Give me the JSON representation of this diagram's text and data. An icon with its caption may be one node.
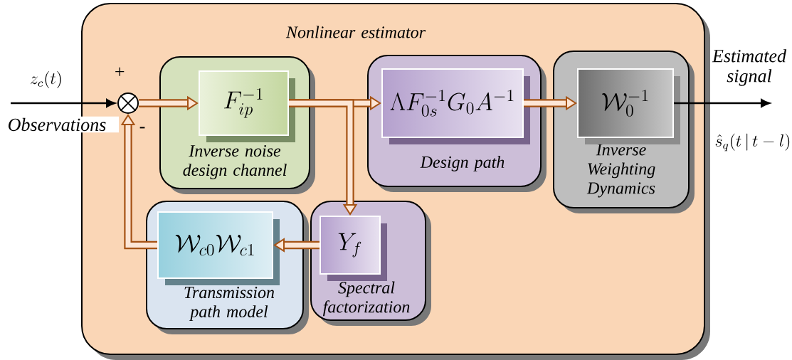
{
  "diagram": {
    "nodes": [
      {
        "text": [
          "Nonlinear estimator"
        ]
      },
      {
        "text": [],
        "shape": "circle",
        "in": 0
      },
      {
        "text": [
          "Inverse noise design channel"
        ],
        "in": 0
      },
      {
        "text": [
          "F_{ip}^{-1}"
        ],
        "in": 2
      },
      {
        "text": [
          "Design path"
        ],
        "in": 0
      },
      {
        "text": [
          "\\Lambda F_{0s}^{-1} G_0 A^{-1}"
        ],
        "in": 4
      },
      {
        "text": [
          "Inverse Weighting Dynamics"
        ],
        "in": 0
      },
      {
        "text": [
          "\\mathcal{W}_0^{-1}"
        ],
        "in": 6
      },
      {
        "text": [
          "Spectral factorization"
        ],
        "in": 0
      },
      {
        "text": [
          "Y_f"
        ],
        "in": 8
      },
      {
        "text": [
          "Transmission path model"
        ],
        "in": 0
      },
      {
        "text": [
          "\\mathcal{W}_{c0}\\mathcal{W}_{c1}"
        ],
        "in": 10
      }
    ],
    "edges": [
      {
        "from": null,
        "to": 1,
        "arrow": "to",
        "label": "z_c(t)",
        "color": "#000000"
      },
      {
        "from": 1,
        "to": 3,
        "arrow": "to"
      },
      {
        "from": 3,
        "to": 5,
        "arrow": "to"
      },
      {
        "from": 3,
        "to": 9,
        "arrow": "to"
      },
      {
        "from": 5,
        "to": 7,
        "arrow": "to"
      },
      {
        "from": 7,
        "to": null,
        "arrow": "to",
        "label": "\\hat{s}_q(t\\,|\\,t-l)",
        "color": "#000000"
      },
      {
        "from": 9,
        "to": 11,
        "arrow": "to"
      },
      {
        "from": 11,
        "to": 1,
        "arrow": "to"
      }
    ],
    "labels": [
      "+",
      "-",
      "Observations",
      "Estimated signal"
    ]
  }
}
